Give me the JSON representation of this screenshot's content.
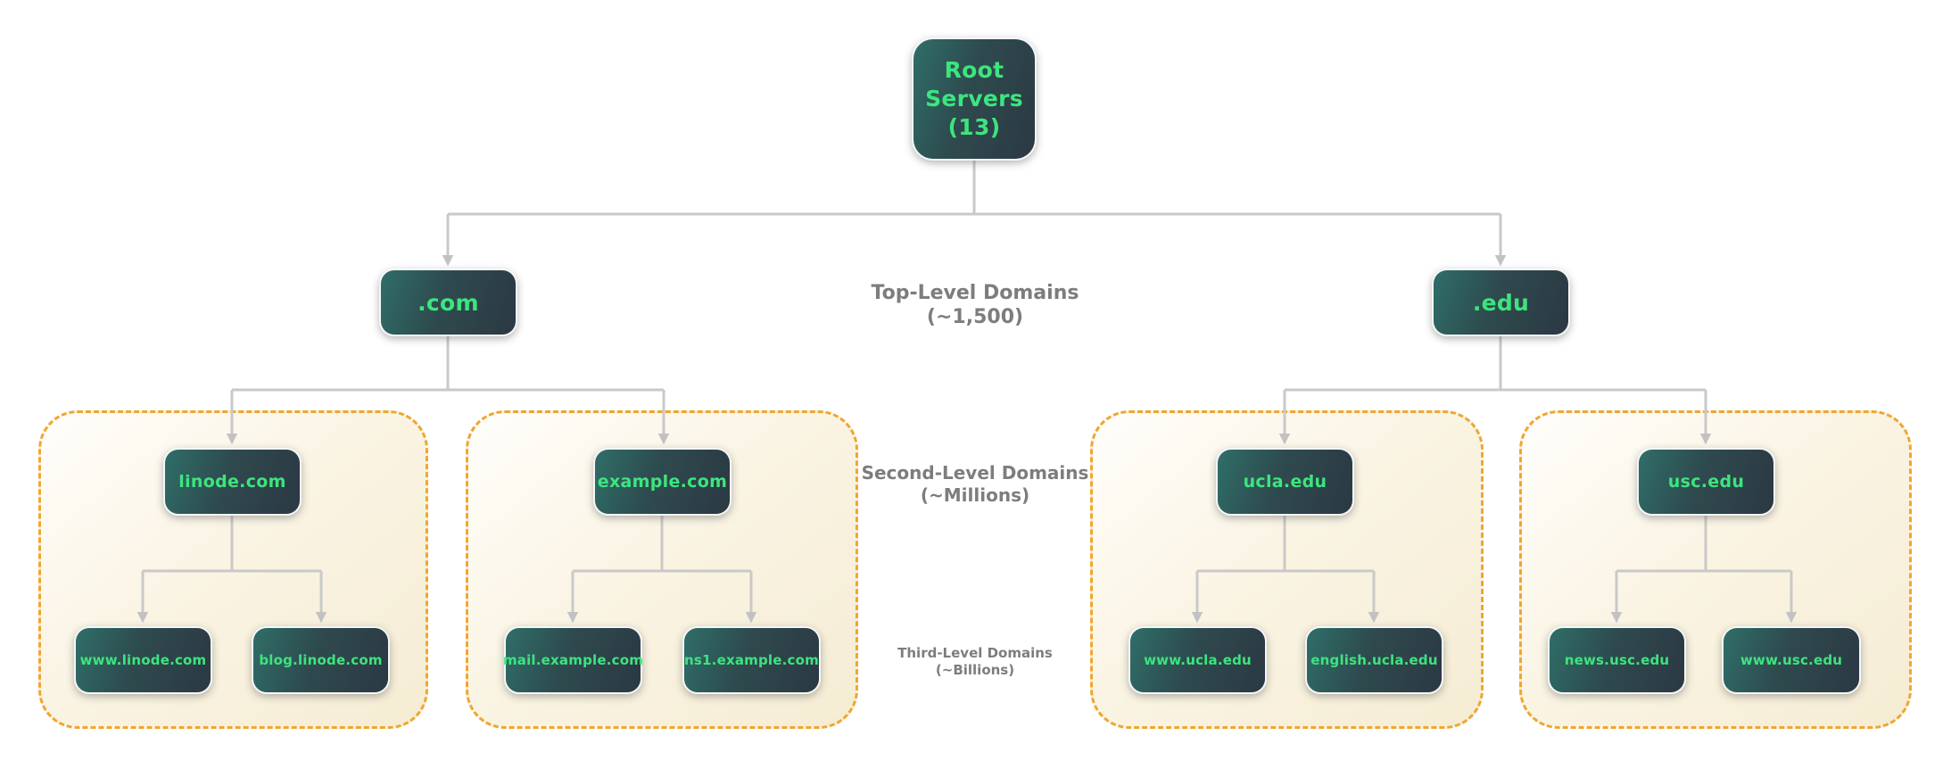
{
  "diagram": {
    "root": {
      "lines": [
        "Root",
        "Servers",
        "(13)"
      ]
    },
    "tlds": [
      {
        "label": ".com"
      },
      {
        "label": ".edu"
      }
    ],
    "groups": [
      {
        "sld": "linode.com",
        "subs": [
          "www.linode.com",
          "blog.linode.com"
        ]
      },
      {
        "sld": "example.com",
        "subs": [
          "mail.example.com",
          "ns1.example.com"
        ]
      },
      {
        "sld": "ucla.edu",
        "subs": [
          "www.ucla.edu",
          "english.ucla.edu"
        ]
      },
      {
        "sld": "usc.edu",
        "subs": [
          "news.usc.edu",
          "www.usc.edu"
        ]
      }
    ],
    "tier_labels": [
      {
        "title": "Top-Level Domains",
        "count": "(~1,500)"
      },
      {
        "title": "Second-Level Domains",
        "count": "(~Millions)"
      },
      {
        "title": "Third-Level Domains",
        "count": "(~Billions)"
      }
    ],
    "colors": {
      "node_gradient_start": "#2f6e68",
      "node_gradient_end": "#2c3843",
      "node_text": "#3ce57d",
      "node_border": "#ffffff",
      "connector": "#c9c9c9",
      "arrowhead": "#c2c2c2",
      "group_border": "#f0a62e",
      "group_bg_start": "#fffefb",
      "group_bg_end": "#f5ecd3",
      "tier_label_text": "#7d7d7d",
      "background": "#ffffff"
    }
  }
}
